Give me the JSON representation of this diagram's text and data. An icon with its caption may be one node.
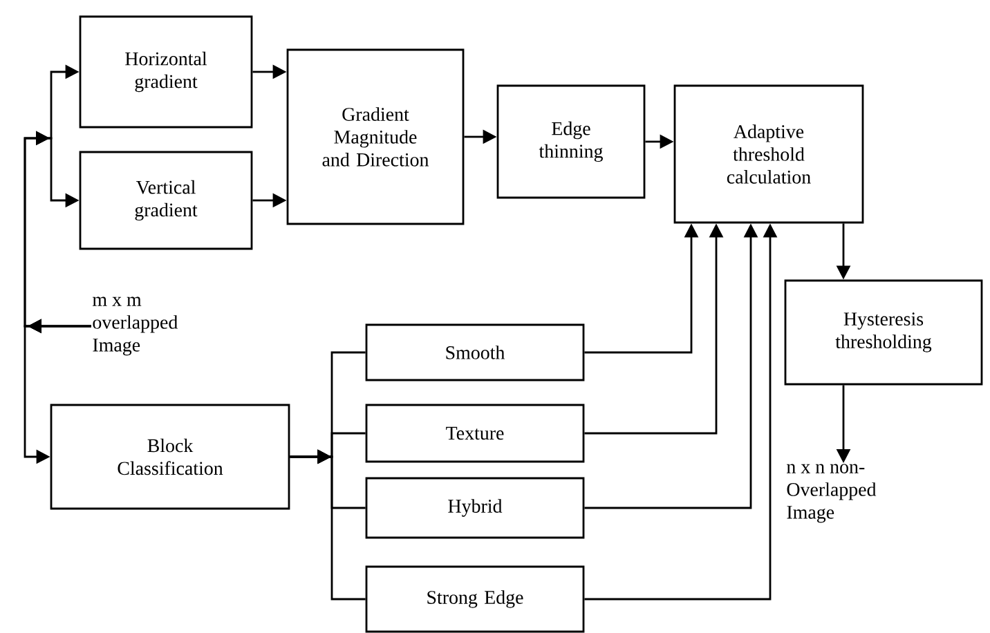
{
  "diagram": {
    "nodes": [
      {
        "text": [
          "Horizontal gradient"
        ]
      },
      {
        "text": [
          "Vertical gradient"
        ]
      },
      {
        "text": [
          "Gradient Magnitude and Direction"
        ]
      },
      {
        "text": [
          "Edge thinning"
        ]
      },
      {
        "text": [
          "Adaptive threshold calculation"
        ]
      },
      {
        "text": [
          "Hysteresis thresholding"
        ]
      },
      {
        "text": [
          "n x n non-Overlapped Image"
        ]
      },
      {
        "text": [
          "m x m overlapped Image"
        ]
      },
      {
        "text": [
          "Block Classification"
        ]
      },
      {
        "text": [
          "Smooth"
        ]
      },
      {
        "text": [
          "Texture"
        ]
      },
      {
        "text": [
          "Hybrid"
        ]
      },
      {
        "text": [
          "Strong Edge"
        ]
      }
    ],
    "edges": [
      {
        "from": 7,
        "to": 0,
        "arrow": "to"
      },
      {
        "from": 7,
        "to": 1,
        "arrow": "to"
      },
      {
        "from": 7,
        "to": 8,
        "arrow": "to"
      },
      {
        "from": 0,
        "to": 2,
        "arrow": "to"
      },
      {
        "from": 1,
        "to": 2,
        "arrow": "to"
      },
      {
        "from": 2,
        "to": 3,
        "arrow": "to"
      },
      {
        "from": 3,
        "to": 4,
        "arrow": "to"
      },
      {
        "from": 4,
        "to": 5,
        "arrow": "to"
      },
      {
        "from": 5,
        "to": 6,
        "arrow": "to"
      },
      {
        "from": 8,
        "to": 9,
        "arrow": "to"
      },
      {
        "from": 8,
        "to": 10,
        "arrow": "to"
      },
      {
        "from": 8,
        "to": 11,
        "arrow": "to"
      },
      {
        "from": 8,
        "to": 12,
        "arrow": "to"
      },
      {
        "from": 9,
        "to": 4,
        "arrow": "to"
      },
      {
        "from": 10,
        "to": 4,
        "arrow": "to"
      },
      {
        "from": 11,
        "to": 4,
        "arrow": "to"
      },
      {
        "from": 12,
        "to": 4,
        "arrow": "to"
      }
    ]
  }
}
